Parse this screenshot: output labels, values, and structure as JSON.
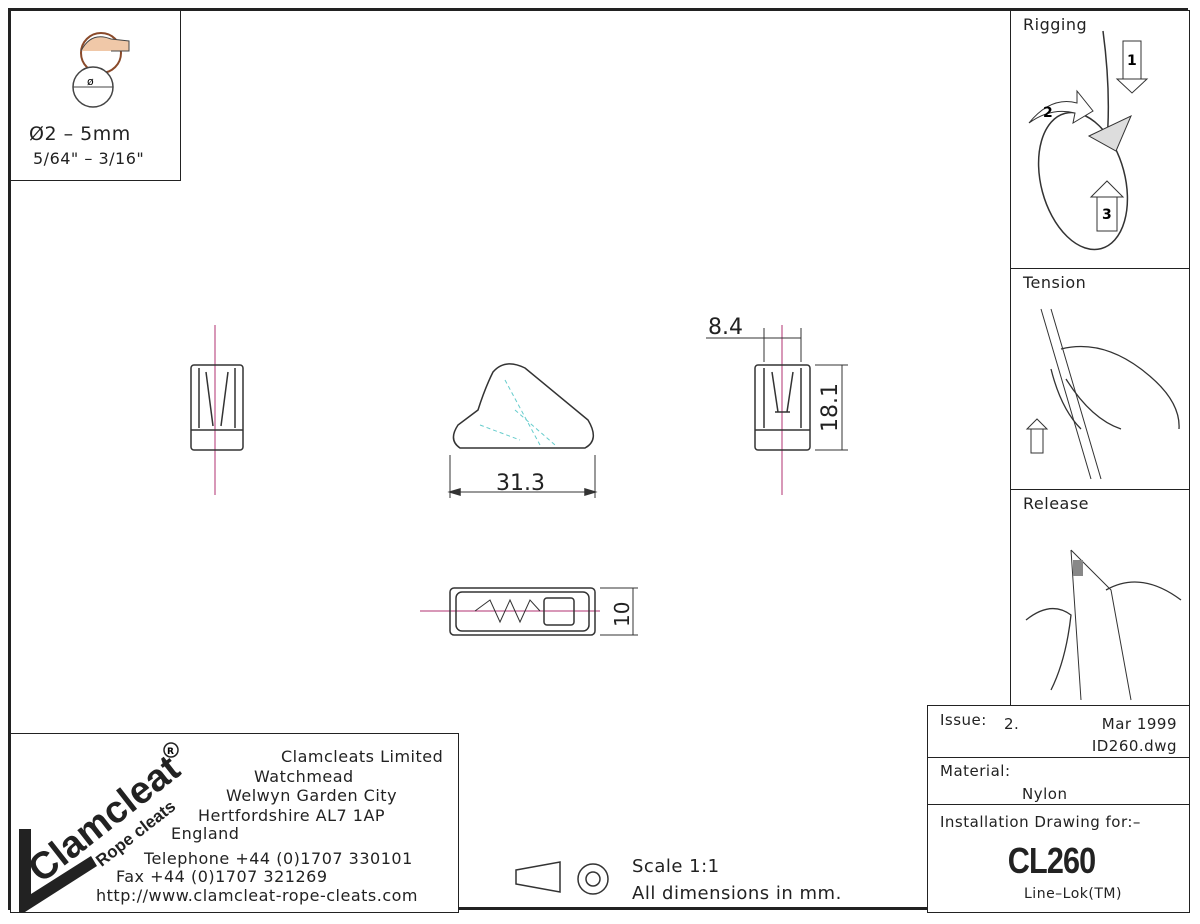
{
  "rope_size": {
    "metric": "Ø2 – 5mm",
    "imperial": "5/64\" – 3/16\""
  },
  "panels": [
    {
      "label": "Rigging",
      "steps": [
        "1",
        "2",
        "3"
      ]
    },
    {
      "label": "Tension"
    },
    {
      "label": "Release"
    }
  ],
  "dimensions": {
    "width": "31.3",
    "slot": "8.4",
    "height": "18.1",
    "depth": "10"
  },
  "title_block": {
    "issue_label": "Issue:",
    "issue": "2.",
    "date": "Mar 1999",
    "file": "ID260.dwg",
    "material_label": "Material:",
    "material": "Nylon",
    "drawing_for_label": "Installation Drawing for:–",
    "part_number": "CL260",
    "product_name": "Line–Lok(TM)"
  },
  "company": {
    "logo_text": "Clamcleat",
    "logo_subtext": "Rope cleats",
    "name": "Clamcleats Limited",
    "address": [
      "Watchmead",
      "Welwyn Garden City",
      "Hertfordshire AL7 1AP",
      "England"
    ],
    "telephone": "Telephone +44 (0)1707 330101",
    "fax": "Fax +44 (0)1707 321269",
    "website": "http://www.clamcleat-rope-cleats.com"
  },
  "scale": {
    "scale_text": "Scale 1:1",
    "units_text": "All dimensions in mm."
  }
}
